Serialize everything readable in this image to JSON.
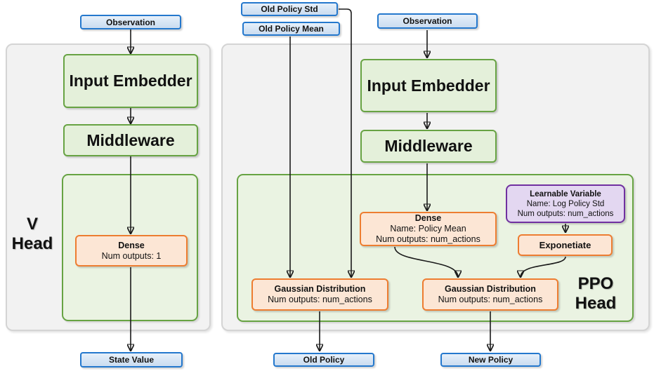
{
  "v_head": {
    "label": {
      "line1": "V",
      "line2": "Head"
    },
    "observation": "Observation",
    "input_embedder": "Input Embedder",
    "middleware": "Middleware",
    "dense": {
      "title": "Dense",
      "outputs": "Num outputs: 1"
    },
    "output": "State Value"
  },
  "ppo_head": {
    "label": {
      "line1": "PPO",
      "line2": "Head"
    },
    "inputs": {
      "old_policy_std": "Old Policy Std",
      "old_policy_mean": "Old Policy Mean",
      "observation": "Observation"
    },
    "input_embedder": "Input Embedder",
    "middleware": "Middleware",
    "dense": {
      "title": "Dense",
      "name": "Name: Policy Mean",
      "outputs": "Num outputs: num_actions"
    },
    "learnable_variable": {
      "title": "Learnable Variable",
      "name": "Name: Log Policy Std",
      "outputs": "Num outputs: num_actions"
    },
    "exponetiate": "Exponetiate",
    "gaussian_old": {
      "title": "Gaussian Distribution",
      "outputs": "Num outputs: num_actions"
    },
    "gaussian_new": {
      "title": "Gaussian Distribution",
      "outputs": "Num outputs: num_actions"
    },
    "outputs": {
      "old_policy": "Old Policy",
      "new_policy": "New Policy"
    }
  },
  "colors": {
    "blue_border": "#2478cd",
    "blue_fill": "#d8e6f5",
    "green_border": "#67a343",
    "green_node_fill": "#e4f0da",
    "green_panel_fill": "#eaf3e2",
    "orange_border": "#ed7d31",
    "orange_fill": "#fce6d5",
    "purple_border": "#7030a0",
    "purple_fill": "#e3d7f1",
    "panel_fill": "#f2f2f2",
    "panel_border": "#d4d4d4",
    "wire": "#1a1a1a"
  }
}
